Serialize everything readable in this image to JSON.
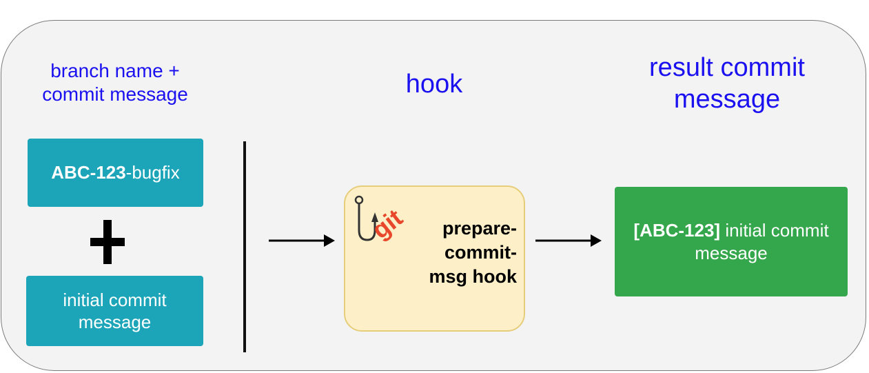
{
  "headings": {
    "left_line1": "branch name +",
    "left_line2": "commit message",
    "middle": "hook",
    "right_line1": "result commit",
    "right_line2": "message"
  },
  "branch_box": {
    "key": "ABC-123",
    "suffix": "-bugfix"
  },
  "plus_symbol": "+",
  "message_box": {
    "line1": "initial commit",
    "line2": "message"
  },
  "hook_box": {
    "logo_text": "git",
    "line1": "prepare-",
    "line2": "commit-",
    "line3": "msg hook"
  },
  "result_box": {
    "key": "[ABC-123]",
    "rest": " initial commit",
    "line2": "message"
  },
  "colors": {
    "heading": "#1a10f0",
    "teal_box": "#1ca5b8",
    "green_box": "#34a64b",
    "hook_fill": "#fdf0c8",
    "hook_border": "#e6cd7a",
    "git_logo": "#e8472c"
  }
}
